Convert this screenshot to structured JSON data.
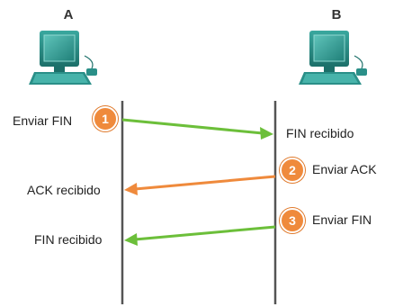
{
  "hosts": {
    "a": {
      "label": "A",
      "icon": "computer-icon"
    },
    "b": {
      "label": "B",
      "icon": "computer-icon"
    }
  },
  "steps": [
    {
      "number": "1",
      "action": "Enviar FIN",
      "received": "FIN recibido",
      "direction": "A to B",
      "color": "#6cbf3a"
    },
    {
      "number": "2",
      "action": "Enviar ACK",
      "received": "ACK recibido",
      "direction": "B to A",
      "color": "#ef8a3c"
    },
    {
      "number": "3",
      "action": "Enviar FIN",
      "received": "FIN recibido",
      "direction": "B to A",
      "color": "#6cbf3a"
    }
  ],
  "colors": {
    "badge": "#ef8a3c",
    "timeline": "#555555",
    "monitor_screen": "#2f9a93"
  }
}
